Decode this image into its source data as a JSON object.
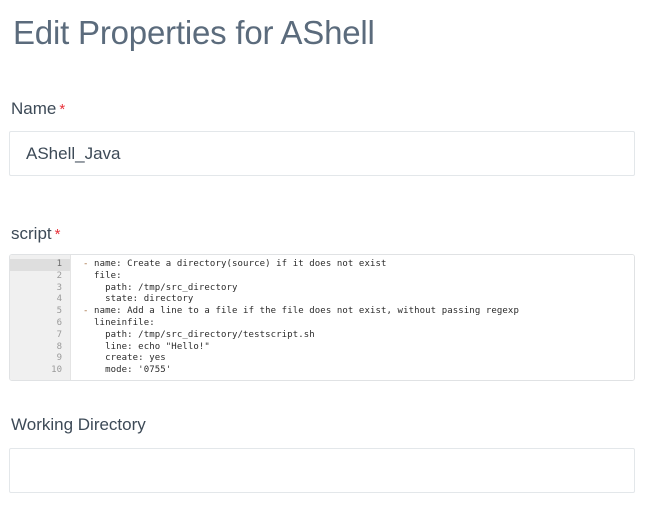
{
  "page": {
    "title": "Edit Properties for AShell"
  },
  "fields": {
    "name": {
      "label": "Name",
      "required_marker": "*",
      "value": "AShell_Java",
      "placeholder": ""
    },
    "script": {
      "label": "script",
      "required_marker": "*"
    },
    "working_directory": {
      "label": "Working Directory",
      "value": "",
      "placeholder": ""
    }
  },
  "editor": {
    "active_line": 1,
    "gutter_numbers": [
      "1",
      "2",
      "3",
      "4",
      "5",
      "6",
      "7",
      "8",
      "9",
      "10"
    ],
    "lines": [
      "- name: Create a directory(source) if it does not exist",
      "  file:",
      "    path: /tmp/src_directory",
      "    state: directory",
      "- name: Add a line to a file if the file does not exist, without passing regexp",
      "  lineinfile:",
      "    path: /tmp/src_directory/testscript.sh",
      "    line: echo \"Hello!\"",
      "    create: yes",
      "    mode: '0755'"
    ]
  },
  "colors": {
    "title": "#5b6b7c",
    "label": "#3d4a57",
    "required": "#e8313a",
    "input_border": "#e3e7ea",
    "editor_border": "#e0e2e4",
    "gutter_bg": "#f0f0f0",
    "gutter_active_bg": "#dedede",
    "code_text": "#2b2b2b",
    "page_bg": "#ffffff"
  }
}
